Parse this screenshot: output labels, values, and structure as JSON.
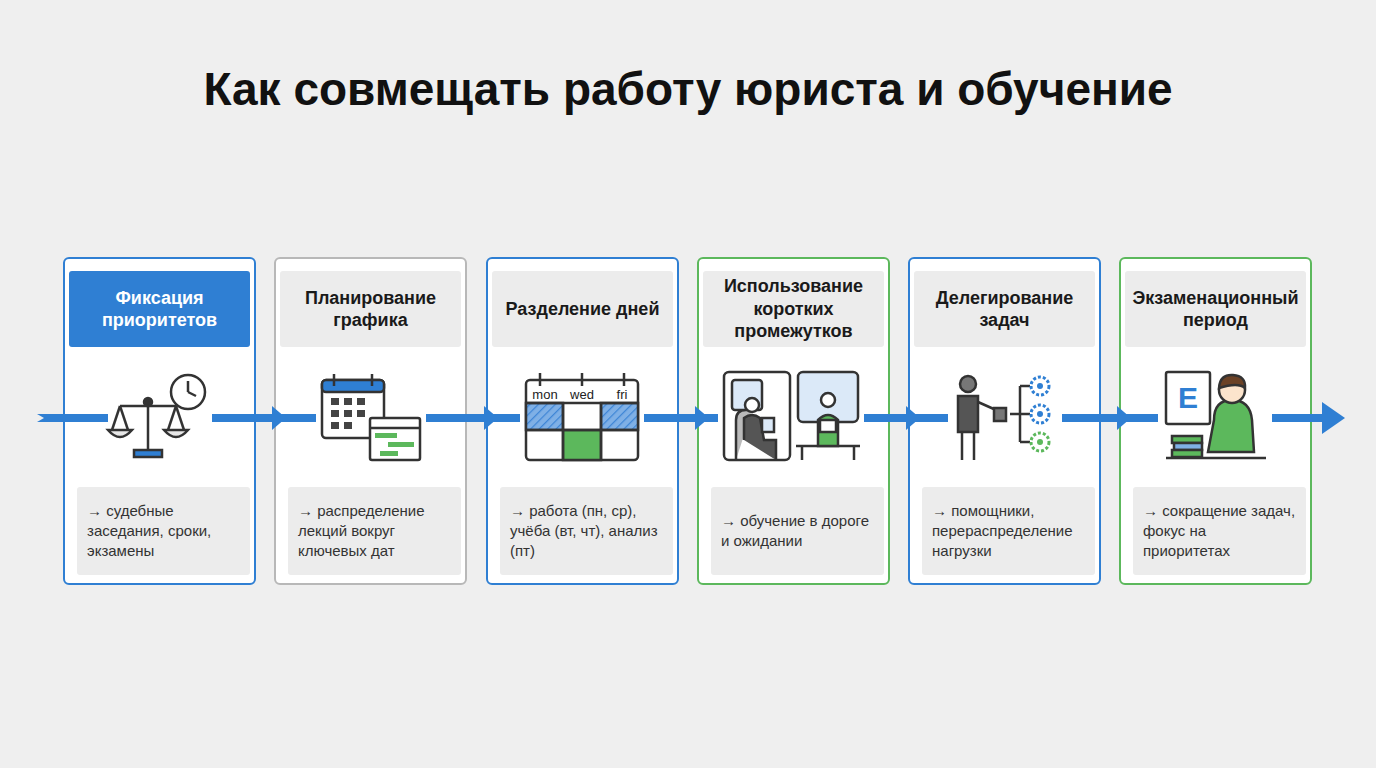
{
  "diagram": {
    "title": "Как совмещать работу юриста и обучение",
    "nodes": [
      {
        "text": [
          "Фиксация приоритетов",
          "→ судебные заседания, сроки, экзамены"
        ]
      },
      {
        "text": [
          "Планирование графика",
          "→ распределение лекций вокруг ключевых дат"
        ]
      },
      {
        "text": [
          "Разделение дней",
          "→ работа (пн, ср), учёба (вт, чт), анализ (пт)"
        ]
      },
      {
        "text": [
          "Использование коротких промежутков",
          "→ обучение в дороге и ожидании"
        ]
      },
      {
        "text": [
          "Делегирование задач",
          "→ помощники, перераспределение нагрузки"
        ]
      },
      {
        "text": [
          "Экзаменационный период",
          "→ сокращение задач, фокус на приоритетах"
        ]
      }
    ],
    "edges": [
      {
        "from": 0,
        "to": 1,
        "arrow": "to"
      },
      {
        "from": 1,
        "to": 2,
        "arrow": "to"
      },
      {
        "from": 2,
        "to": 3,
        "arrow": "to"
      },
      {
        "from": 3,
        "to": 4,
        "arrow": "to"
      },
      {
        "from": 4,
        "to": 5,
        "arrow": "to"
      }
    ],
    "labels": [
      "mon",
      "wed",
      "fri",
      "E"
    ]
  }
}
